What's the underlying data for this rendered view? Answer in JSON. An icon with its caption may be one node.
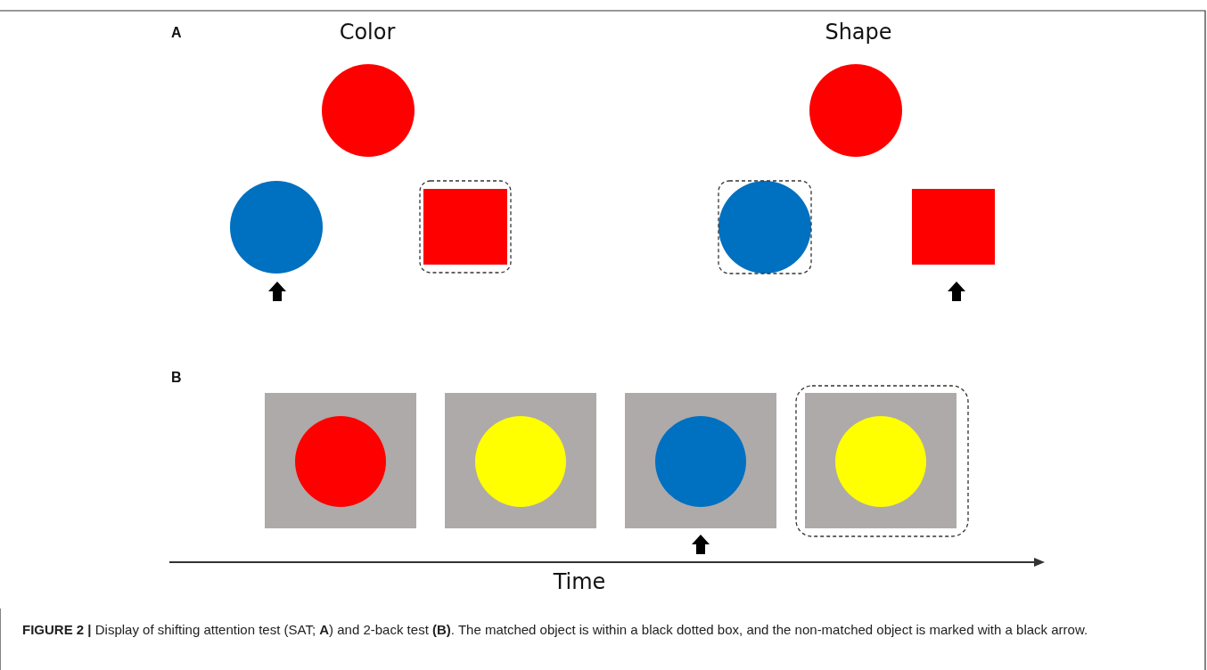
{
  "diagram": {
    "caption": "**FIGURE 2 |** Display of shifting attention test (SAT; **A**) and 2-back test **(B)**. The matched object is within a black dotted box, and the non-matched object is marked with a black arrow.",
    "labels": [
      "A",
      "Color",
      "Shape",
      "B",
      "Time"
    ]
  }
}
